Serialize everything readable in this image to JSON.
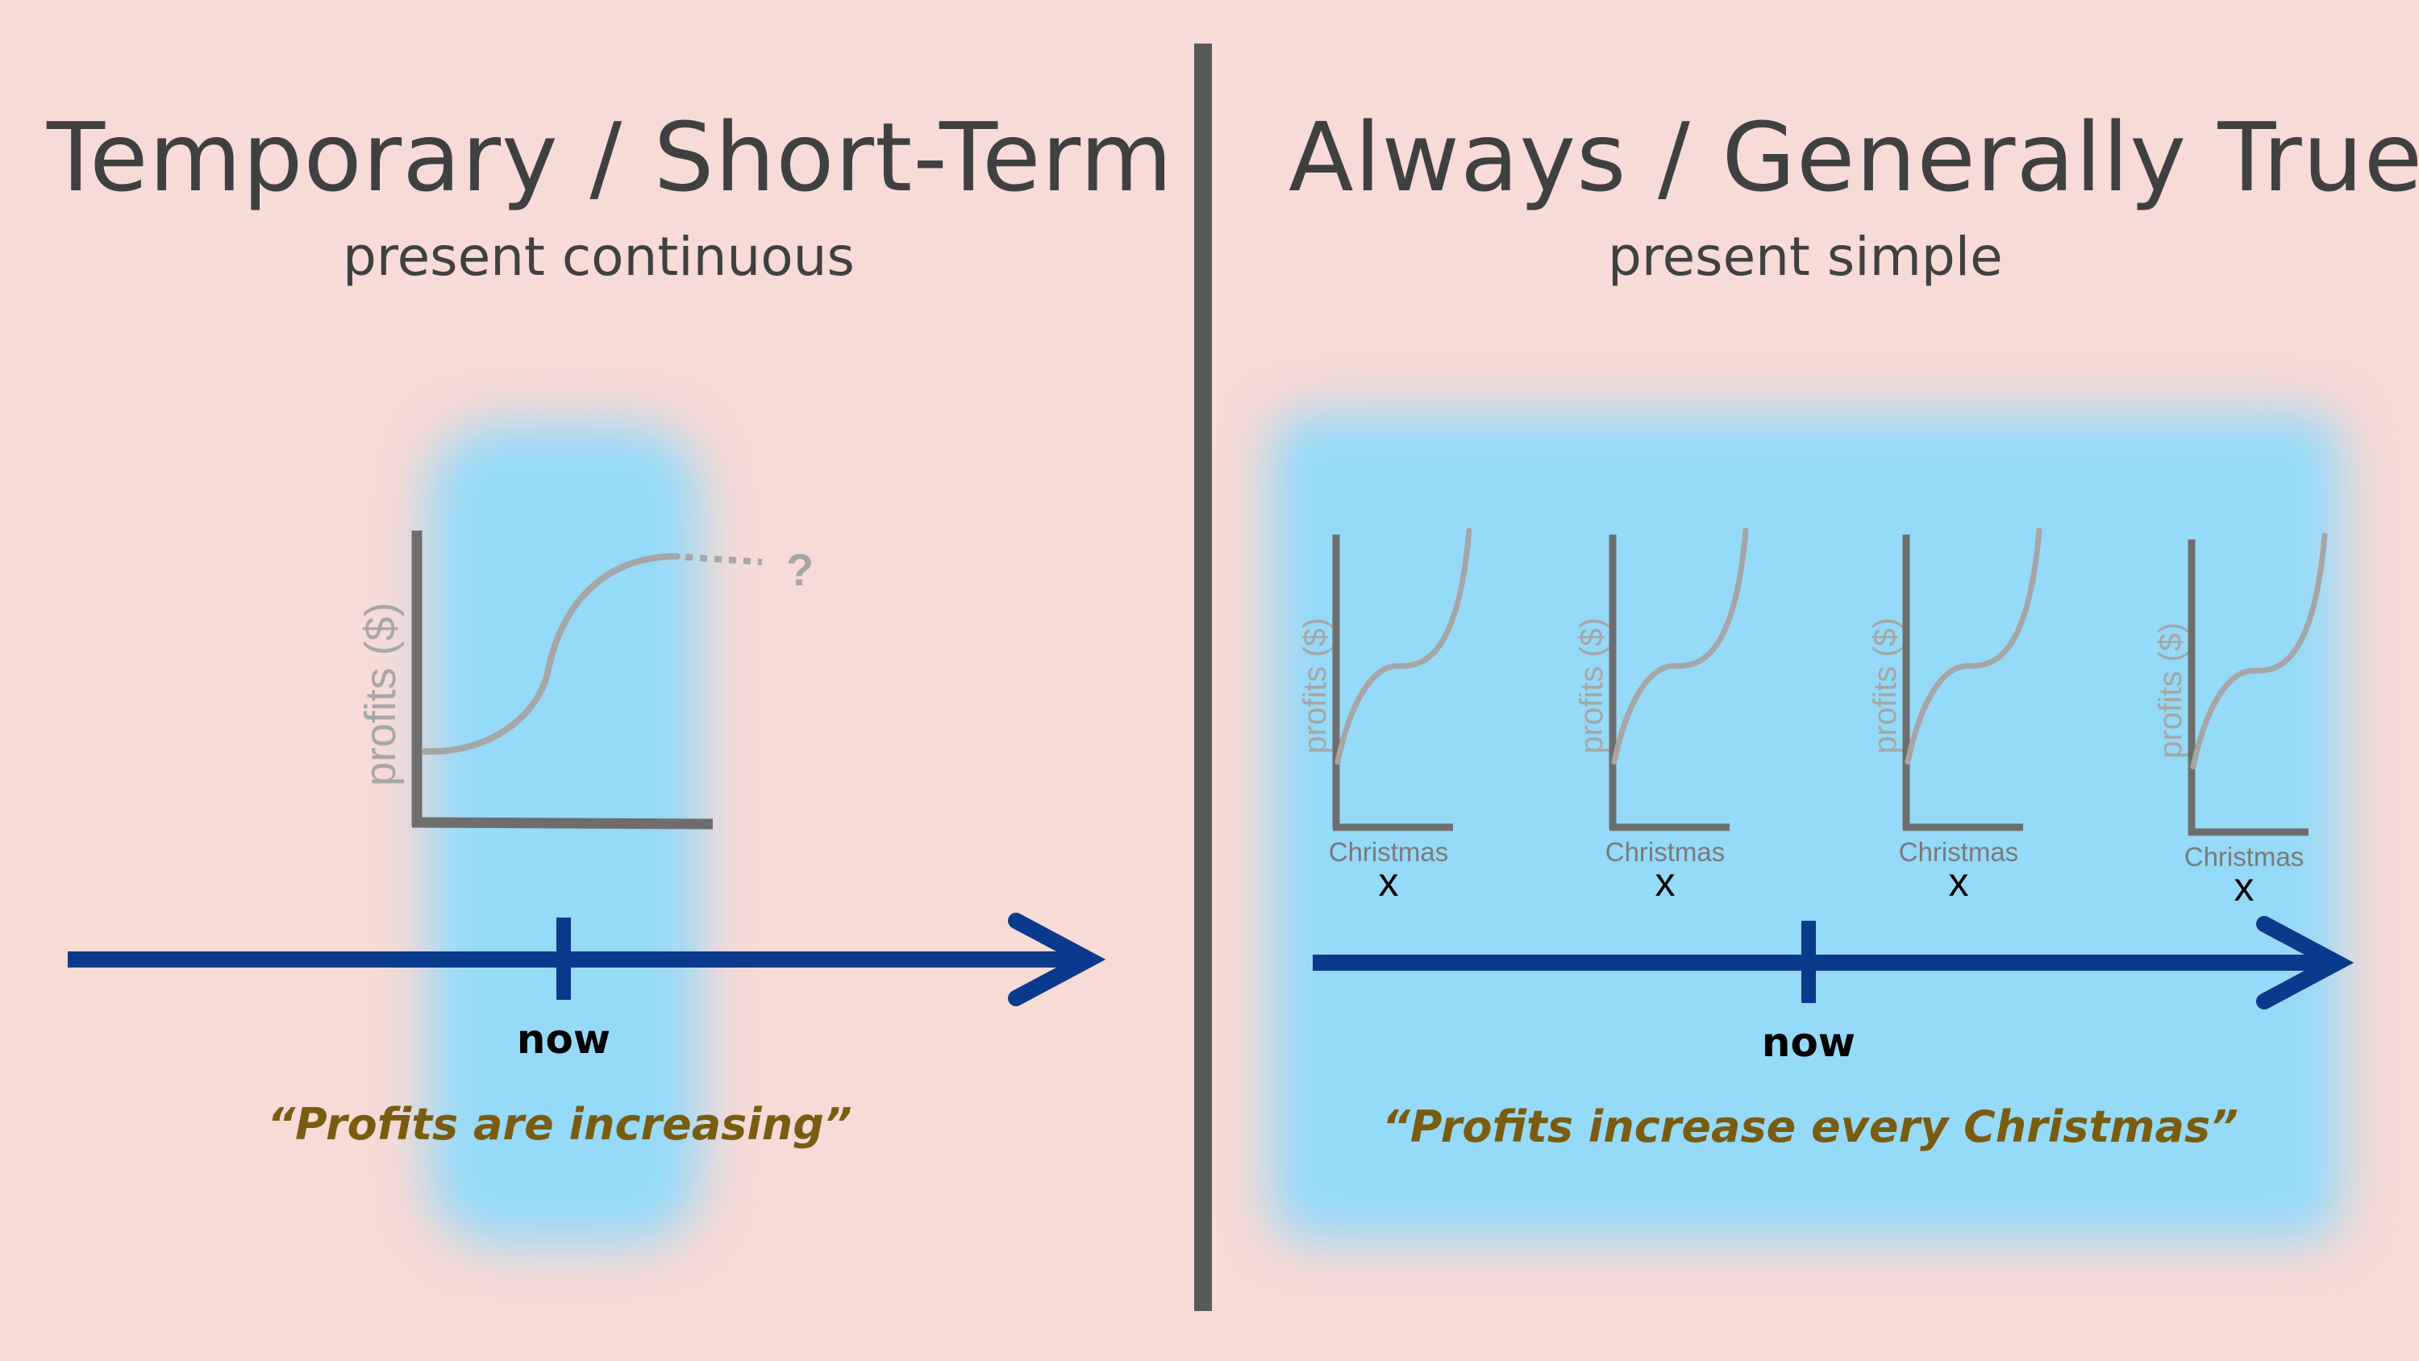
{
  "left": {
    "title": "Temporary / Short-Term",
    "subtitle": "present continuous",
    "graph": {
      "y_label": "profits ($)",
      "unknown_mark": "?"
    },
    "now_label": "now",
    "quote": "“Profits are increasing”"
  },
  "right": {
    "title": "Always / Generally True",
    "subtitle": "present simple",
    "graphs": [
      {
        "y_label": "profits ($)",
        "x_label": "Christmas",
        "marker": "x"
      },
      {
        "y_label": "profits ($)",
        "x_label": "Christmas",
        "marker": "x"
      },
      {
        "y_label": "profits ($)",
        "x_label": "Christmas",
        "marker": "x"
      },
      {
        "y_label": "profits ($)",
        "x_label": "Christmas",
        "marker": "x"
      }
    ],
    "now_label": "now",
    "quote": "“Profits increase every Christmas”"
  },
  "colors": {
    "background": "#f8dad6",
    "highlight": "#95daf8",
    "timeline": "#0a3a8c",
    "curve": "#a6a6a6",
    "axis": "#6e6e6e",
    "divider": "#595959",
    "title_text": "#404040",
    "quote_text": "#7a5c10"
  }
}
